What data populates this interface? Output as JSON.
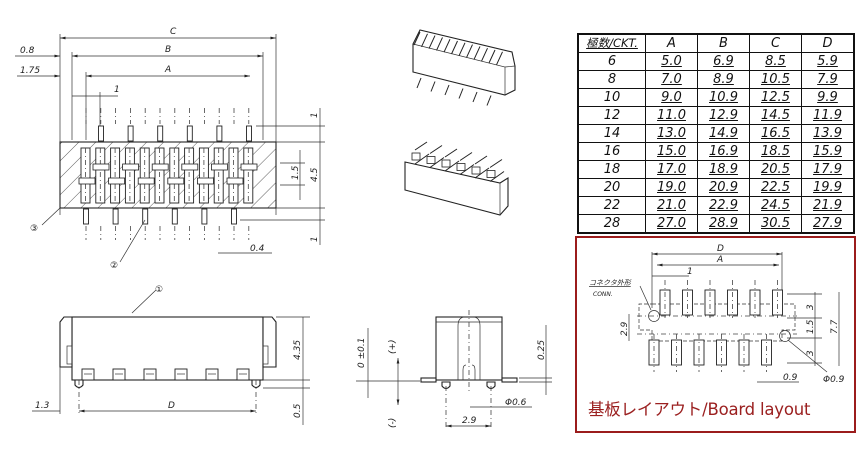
{
  "title": "Connector drawing",
  "top_view": {
    "dims": {
      "C": "C",
      "B": "B",
      "A": "A",
      "offset_08": "0.8",
      "offset_175": "1.75",
      "pitch": "1",
      "pin_width": "0.4",
      "height_45": "4.5",
      "row_gap": "1.5",
      "pin_top": "1",
      "pin_bottom": "1"
    },
    "callouts": {
      "housing_side": "③",
      "terminal": "②"
    }
  },
  "front_view": {
    "dims": {
      "D": "D",
      "offset_13": "1.3",
      "height_435": "4.35",
      "height_05": "0.5"
    },
    "callouts": {
      "housing": "①"
    }
  },
  "side_view": {
    "dims": {
      "tolerance": "0 ±0.1",
      "plus": "(+)",
      "minus": "(-)",
      "flatness": "0.25",
      "peg_diameter": "Φ0.6",
      "peg_pitch": "2.9"
    }
  },
  "table": {
    "headers": [
      "極数/CKT.",
      "A",
      "B",
      "C",
      "D"
    ],
    "rows": [
      [
        "6",
        "5.0",
        "6.9",
        "8.5",
        "5.9"
      ],
      [
        "8",
        "7.0",
        "8.9",
        "10.5",
        "7.9"
      ],
      [
        "10",
        "9.0",
        "10.9",
        "12.5",
        "9.9"
      ],
      [
        "12",
        "11.0",
        "12.9",
        "14.5",
        "11.9"
      ],
      [
        "14",
        "13.0",
        "14.9",
        "16.5",
        "13.9"
      ],
      [
        "16",
        "15.0",
        "16.9",
        "18.5",
        "15.9"
      ],
      [
        "18",
        "17.0",
        "18.9",
        "20.5",
        "17.9"
      ],
      [
        "20",
        "19.0",
        "20.9",
        "22.5",
        "19.9"
      ],
      [
        "22",
        "21.0",
        "22.9",
        "24.5",
        "21.9"
      ],
      [
        "28",
        "27.0",
        "28.9",
        "30.5",
        "27.9"
      ]
    ]
  },
  "board_layout": {
    "caption": "基板レイアウト/Board layout",
    "conn_label_jp": "コネクタ外形",
    "conn_label_en": "CONN.",
    "dims": {
      "D": "D",
      "A": "A",
      "pitch": "1",
      "row_offset": "2.9",
      "pad": "3",
      "mid": "1.5",
      "total": "7.7",
      "pad_width": "0.9",
      "hole": "Φ0.9"
    }
  },
  "colors": {
    "accent": "#9b1c1c",
    "line": "#222222"
  }
}
